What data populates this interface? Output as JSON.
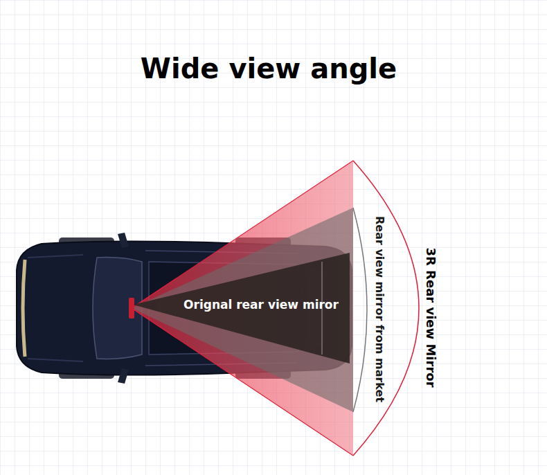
{
  "diagram": {
    "title": "Wide view angle",
    "labels": [
      "Orignal rear view miror",
      "Rear view mirror from market",
      "3R Rear view Mirror"
    ]
  }
}
